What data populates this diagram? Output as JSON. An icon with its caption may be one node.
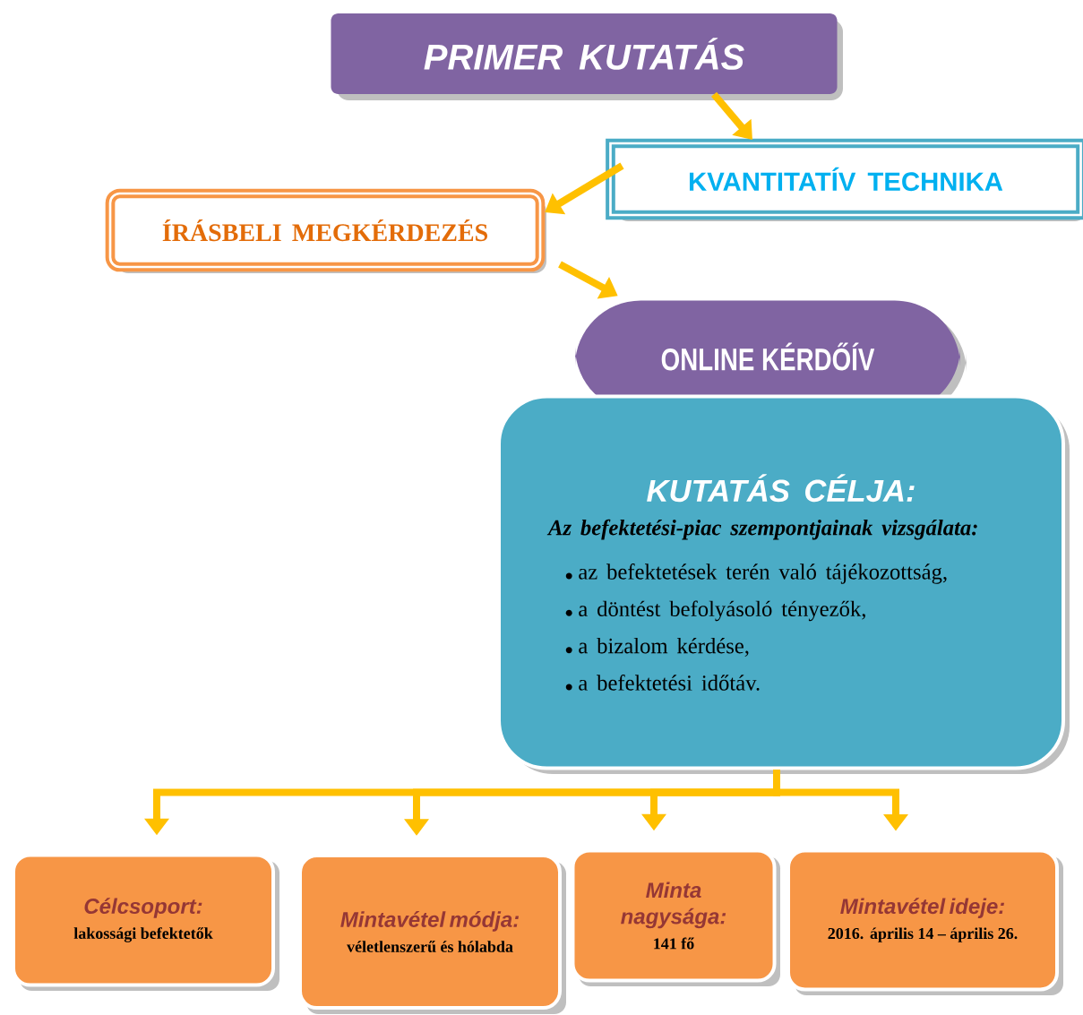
{
  "diagram": {
    "nodes": [
      {
        "text": [
          "PRIMER KUTATÁS"
        ]
      },
      {
        "text": [
          "KVANTITATÍV TECHNIKA"
        ]
      },
      {
        "text": [
          "ÍRÁSBELI MEGKÉRDEZÉS"
        ]
      },
      {
        "text": [
          "ONLINE KÉRDŐÍV"
        ]
      },
      {
        "text": [
          "KUTATÁS CÉLJA:",
          "Az befektetési-piac szempontjainak vizsgálata:",
          "az befektetések terén való tájékozottság,",
          "a döntést befolyásoló tényezők,",
          "a bizalom kérdése,",
          "a befektetési időtáv."
        ]
      },
      {
        "text": [
          "Célcsoport:",
          "lakossági befektetők"
        ]
      },
      {
        "text": [
          "Mintavétel módja:",
          "véletlenszerű és hólabda"
        ]
      },
      {
        "text": [
          "Minta nagysága:",
          "141 fő"
        ]
      },
      {
        "text": [
          "Mintavétel ideje:",
          "2016. április 14 – április 26."
        ]
      }
    ],
    "edges": [
      {
        "from": 0,
        "to": 1,
        "arrow": "to"
      },
      {
        "from": 1,
        "to": 2,
        "arrow": "to"
      },
      {
        "from": 2,
        "to": 3,
        "arrow": "to"
      },
      {
        "from": 4,
        "to": 5,
        "arrow": "to"
      },
      {
        "from": 4,
        "to": 6,
        "arrow": "to"
      },
      {
        "from": 4,
        "to": 7,
        "arrow": "to"
      },
      {
        "from": 4,
        "to": 8,
        "arrow": "to"
      }
    ]
  }
}
